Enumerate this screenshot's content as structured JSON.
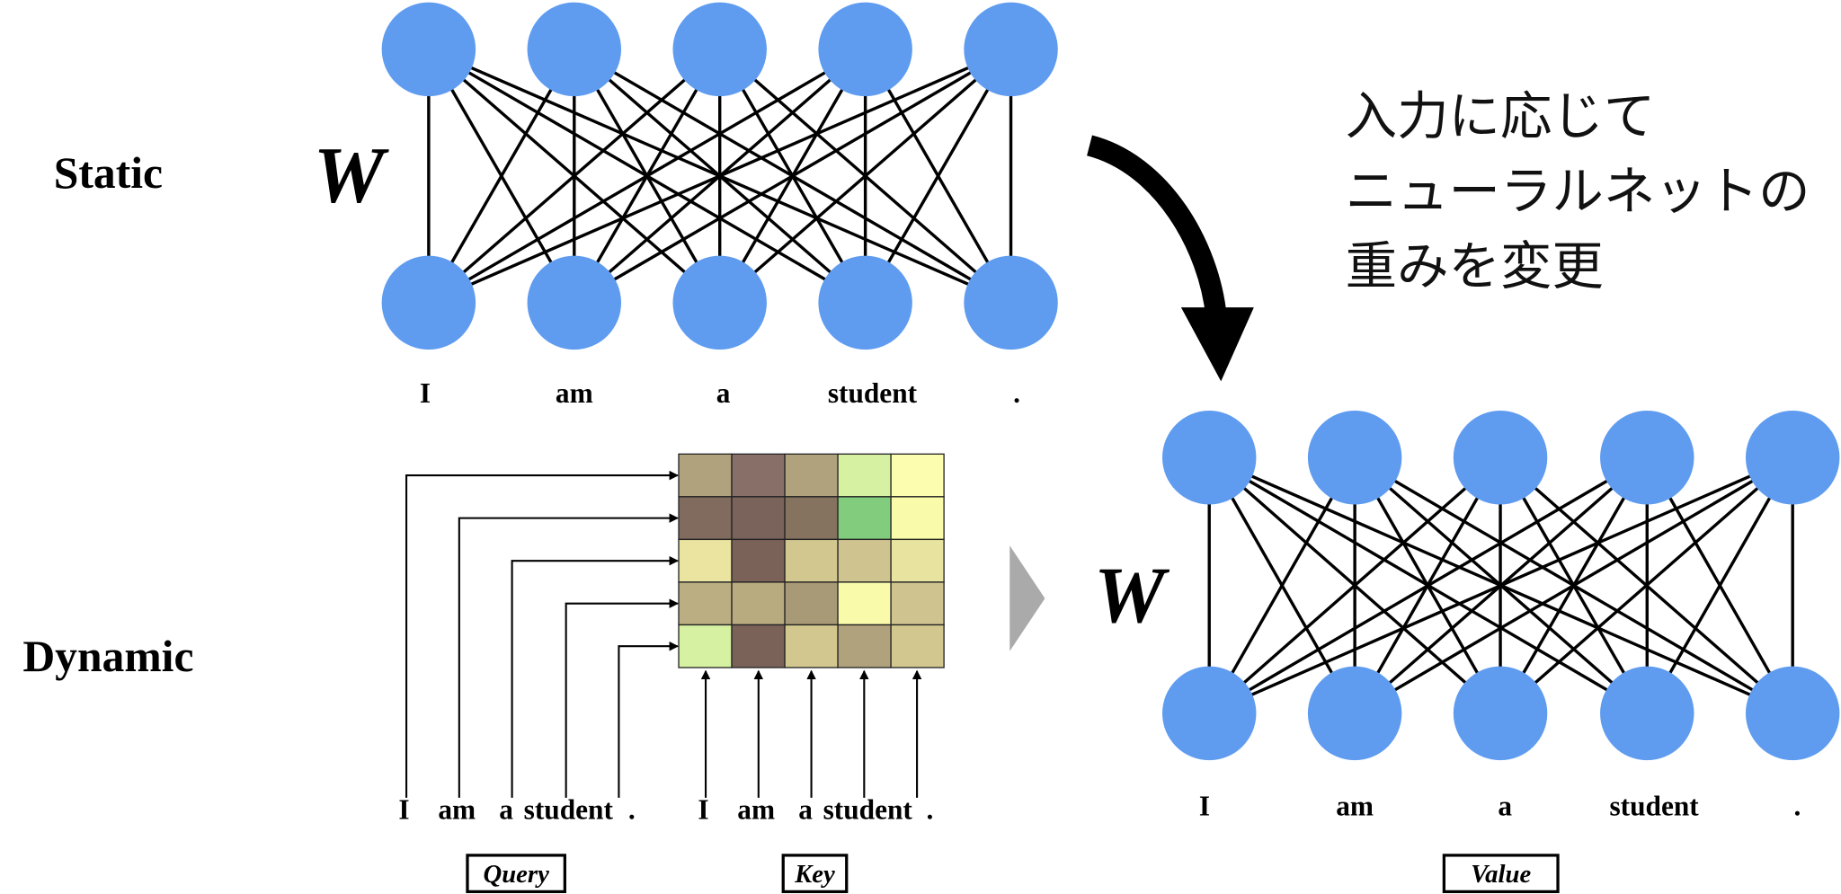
{
  "labels": {
    "static": "Static",
    "dynamic": "Dynamic",
    "weight_top": "W",
    "weight_right": "W"
  },
  "annotation": {
    "lines": [
      "入力に応じて",
      "ニューラルネットの",
      "重みを変更"
    ]
  },
  "tokens": [
    "I",
    "am",
    "a",
    "student",
    "."
  ],
  "boxes": {
    "query": "Query",
    "key": "Key",
    "value": "Value"
  },
  "colors": {
    "node": "#5f9cf0",
    "edge": "#000000",
    "transition_triangle": "#aaaaaa"
  },
  "attention_matrix_colors": [
    [
      "#b0a27c",
      "#887068",
      "#b0a27c",
      "#d6f1a2",
      "#fdfdaf"
    ],
    [
      "#806b5e",
      "#7a635a",
      "#85725f",
      "#82cc7e",
      "#fafaab"
    ],
    [
      "#ebe4a0",
      "#7a6258",
      "#d2c88f",
      "#cfc38f",
      "#e8e39f"
    ],
    [
      "#bbae82",
      "#b8ab80",
      "#a89a76",
      "#fafaab",
      "#cfc48f"
    ],
    [
      "#d6f1a2",
      "#7a6258",
      "#d2c88f",
      "#b0a27c",
      "#d2c88f"
    ]
  ]
}
